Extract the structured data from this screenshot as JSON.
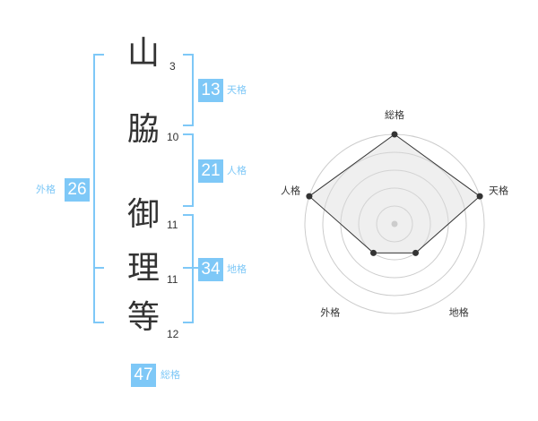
{
  "name": {
    "characters": [
      {
        "char": "山",
        "strokes": "3"
      },
      {
        "char": "脇",
        "strokes": "10"
      },
      {
        "char": "御",
        "strokes": "11"
      },
      {
        "char": "理",
        "strokes": "11"
      },
      {
        "char": "等",
        "strokes": "12"
      }
    ]
  },
  "kakusu": {
    "tenkaku": {
      "value": "13",
      "label": "天格"
    },
    "jinkaku": {
      "value": "21",
      "label": "人格"
    },
    "chikaku": {
      "value": "34",
      "label": "地格"
    },
    "gaikaku": {
      "value": "26",
      "label": "外格"
    },
    "soukaku": {
      "value": "47",
      "label": "総格"
    }
  },
  "colors": {
    "accent": "#7ec8f7",
    "text": "#333333",
    "radar_fill": "#f0f0f0",
    "radar_grid": "#cccccc",
    "radar_line": "#333333"
  },
  "chart_data": {
    "type": "radar",
    "title": "",
    "axes": [
      "総格",
      "天格",
      "地格",
      "外格",
      "人格"
    ],
    "values": [
      5,
      5,
      2,
      2,
      5
    ],
    "range": [
      0,
      5
    ],
    "levels": 5,
    "grid": "circular"
  }
}
